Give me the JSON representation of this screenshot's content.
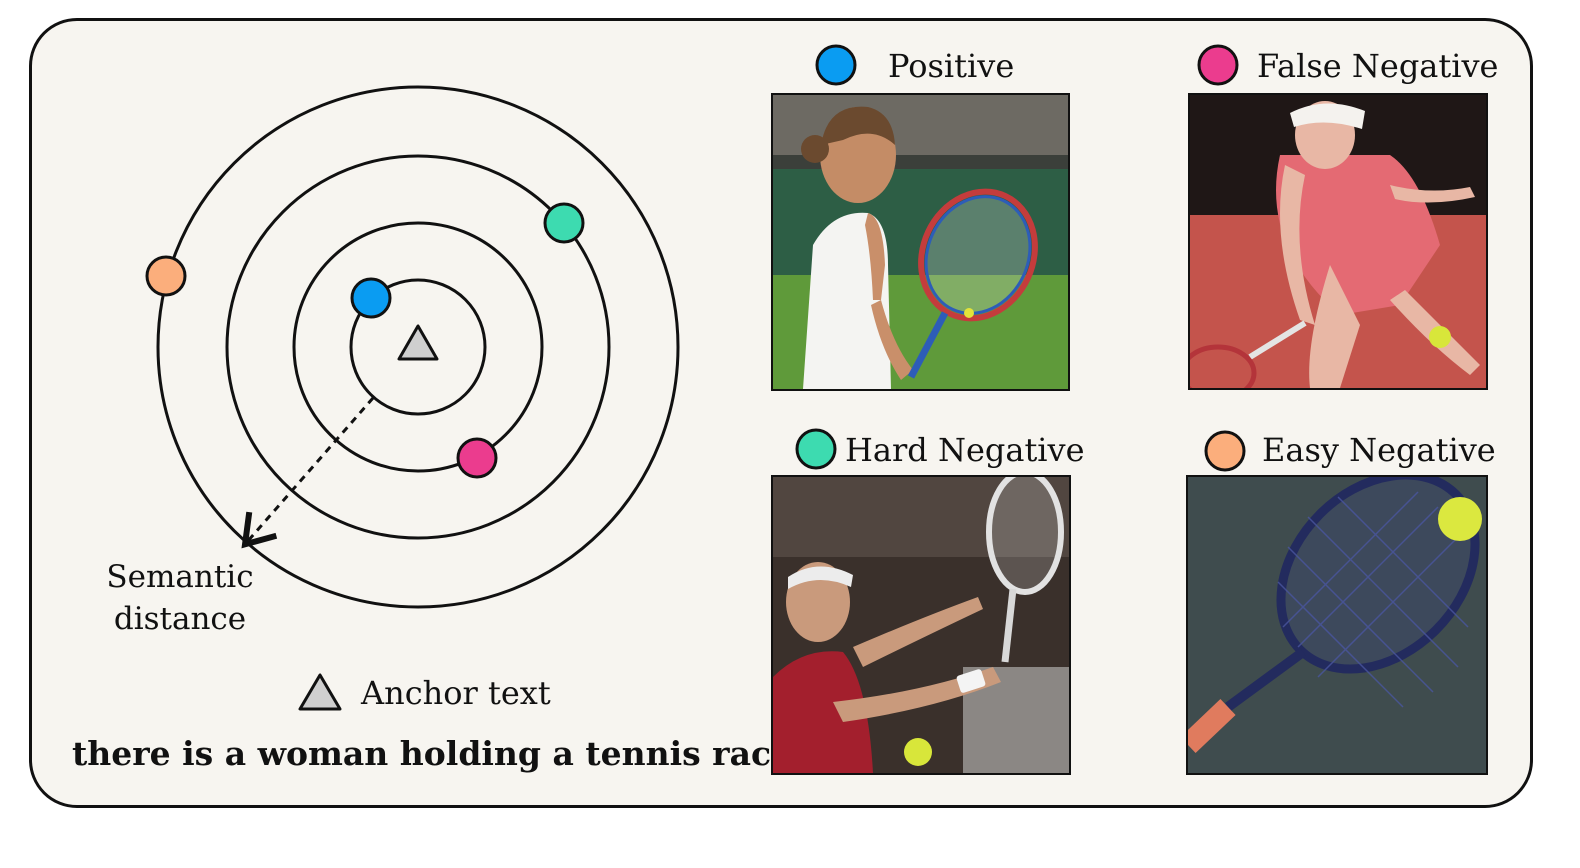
{
  "legend": {
    "positive": {
      "label": "Positive",
      "color": "#0a9cf2"
    },
    "false_negative": {
      "label": "False Negative",
      "color": "#eb3c8e"
    },
    "hard_negative": {
      "label": "Hard Negative",
      "color": "#3ddbb0"
    },
    "easy_negative": {
      "label": "Easy Negative",
      "color": "#fbae7c"
    }
  },
  "anchor": {
    "label": "Anchor text",
    "icon": "triangle-icon"
  },
  "distance_label": {
    "line1": "Semantic",
    "line2": "distance"
  },
  "caption": "there is a woman holding a tennis racket",
  "images": [
    {
      "name": "positive-photo",
      "depicts": "woman-holding-racket"
    },
    {
      "name": "false-negative-photo",
      "depicts": "woman-hitting-ball"
    },
    {
      "name": "hard-negative-photo",
      "depicts": "man-holding-racket"
    },
    {
      "name": "easy-negative-photo",
      "depicts": "racket-and-ball"
    }
  ]
}
